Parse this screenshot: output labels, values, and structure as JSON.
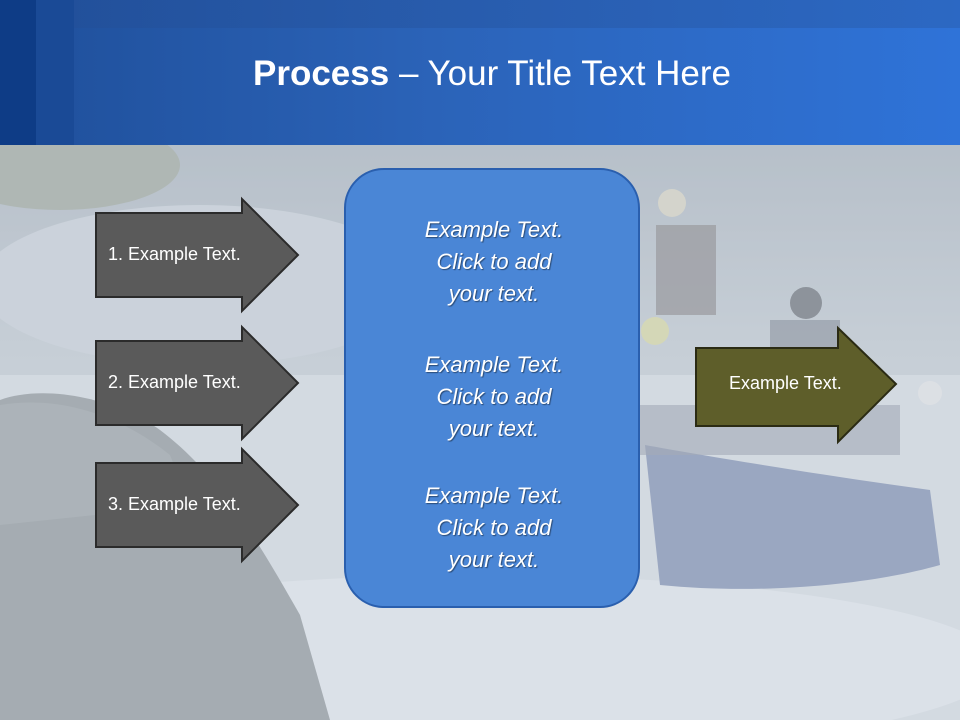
{
  "title": {
    "bold": "Process",
    "rest": " – Your Title Text Here"
  },
  "left_arrows": [
    {
      "label": "1. Example Text."
    },
    {
      "label": "2. Example Text."
    },
    {
      "label": "3. Example Text."
    }
  ],
  "center_box": {
    "paragraphs": [
      {
        "line1": "Example Text.",
        "line2": "Click  to add",
        "line3": "your text."
      },
      {
        "line1": "Example Text.",
        "line2": "Click  to add",
        "line3": "your text."
      },
      {
        "line1": "Example Text.",
        "line2": "Click  to add",
        "line3": "your text."
      }
    ]
  },
  "right_arrow": {
    "label": "Example Text."
  },
  "colors": {
    "header_blue": "#2b63b8",
    "left_arrow_fill": "#5a5a5a",
    "center_box_fill": "#4a86d6",
    "right_arrow_fill": "#5e5e2a"
  }
}
